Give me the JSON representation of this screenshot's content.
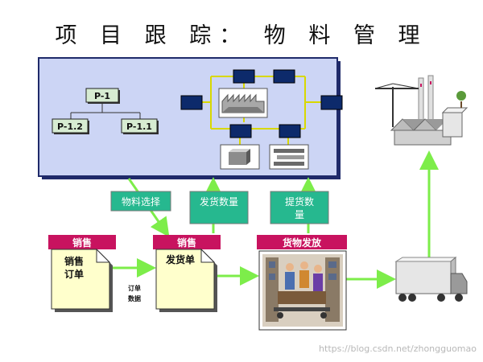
{
  "title": "项 目 跟 踪： 物 料 管 理",
  "hierarchy": {
    "root": "P-1",
    "children": [
      "P-1.2",
      "P-1.1"
    ]
  },
  "green_labels": {
    "material_select": "物料选择",
    "ship_qty": "发货数量",
    "pickup_qty_line1": "提货数",
    "pickup_qty_line2": "量"
  },
  "process_headers": {
    "sales1": "销售",
    "sales2": "销售",
    "goods_release": "货物发放"
  },
  "docs": {
    "sales_order_line1": "销售",
    "sales_order_line2": "订单",
    "delivery_note": "发货单"
  },
  "order_data_label_line1": "订单",
  "order_data_label_line2": "数据",
  "watermark": "https://blog.csdn.net/zhongguomao",
  "colors": {
    "panel_fill": "#ccd5f5",
    "panel_border": "#1f2a6a",
    "node_fill": "#d7ecd2",
    "navy_box": "#0d2a6b",
    "yellow_line": "#d8d800",
    "green_label": "#26b88f",
    "green_arrow": "#7ded4a",
    "header_magenta": "#c8135f",
    "doc_fill": "#ffffcc"
  }
}
